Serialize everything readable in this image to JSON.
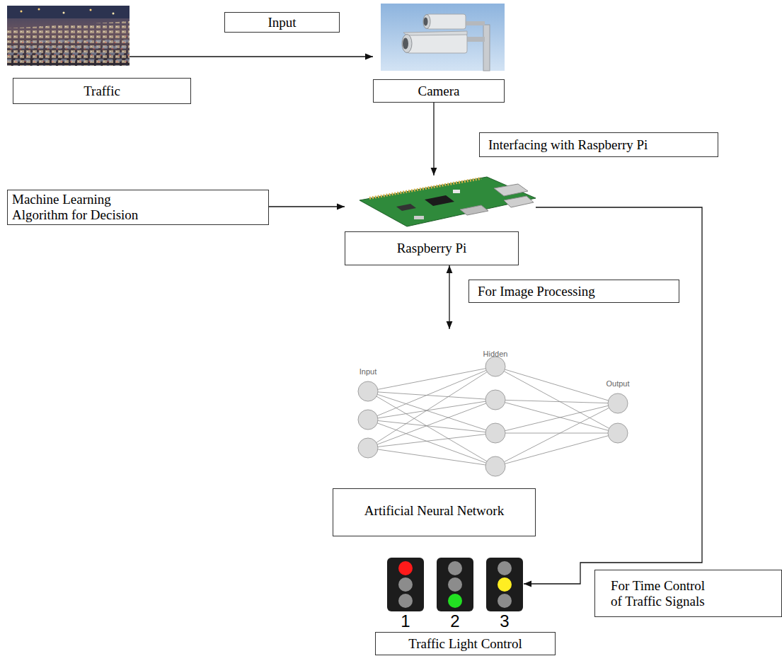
{
  "diagram": {
    "nodes": [
      {
        "text": [
          "Traffic"
        ]
      },
      {
        "text": [
          "Input"
        ]
      },
      {
        "text": [
          "Camera"
        ]
      },
      {
        "text": [
          "Interfacing with Raspberry Pi"
        ]
      },
      {
        "text": [
          "Machine Learning Algorithm for Decision"
        ]
      },
      {
        "text": [
          "Raspberry Pi"
        ]
      },
      {
        "text": [
          "For Image Processing"
        ]
      },
      {
        "text": [
          "Artificial Neural Network"
        ]
      },
      {
        "text": [
          "Traffic Light Control"
        ]
      },
      {
        "text": [
          "For Time Control of Traffic Signals"
        ]
      }
    ],
    "edges": [
      {
        "from": 0,
        "to": 2,
        "arrow": "to"
      },
      {
        "from": 2,
        "to": 5,
        "arrow": "to"
      },
      {
        "from": 4,
        "to": 5,
        "arrow": "to"
      },
      {
        "from": 5,
        "to": 7,
        "arrow": "both"
      },
      {
        "from": 5,
        "to": 8,
        "arrow": "to"
      }
    ],
    "labels": [
      "Input",
      "Hidden",
      "Output",
      "1",
      "2",
      "3"
    ]
  }
}
